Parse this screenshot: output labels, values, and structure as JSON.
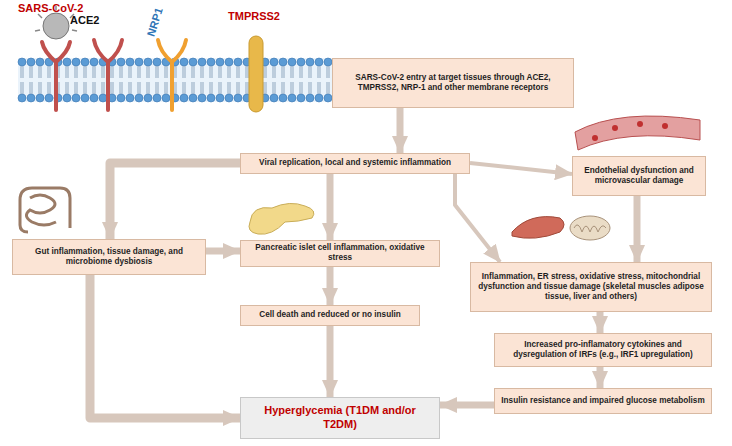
{
  "diagram": {
    "nodes": [
      {
        "text": [
          "SARS-CoV-2 entry at target tissues through ACE2, TMPRSS2, NRP-1 and other membrane receptors"
        ]
      },
      {
        "text": [
          "Viral replication, local and systemic inflammation"
        ]
      },
      {
        "text": [
          "Endothelial dysfunction and microvascular damage"
        ]
      },
      {
        "text": [
          "Gut inflammation, tissue damage, and microbiome dysbiosis"
        ]
      },
      {
        "text": [
          "Pancreatic islet cell inflammation, oxidative stress"
        ]
      },
      {
        "text": [
          "Cell death and reduced or no insulin"
        ]
      },
      {
        "text": [
          "Inflammation, ER stress, oxidative stress, mitochondrial dysfunction and tissue damage (skeletal muscles adipose tissue, liver and others)"
        ]
      },
      {
        "text": [
          "Increased pro-inflamatory cytokines and dysregulation of IRFs (e.g., IRF1 upregulation)"
        ]
      },
      {
        "text": [
          "Insulin resistance and impaired glucose metabolism"
        ]
      },
      {
        "text": [
          "Hyperglycemia (T1DM and/or T2DM)"
        ]
      }
    ],
    "edges": [
      {
        "from": 0,
        "to": 1,
        "arrow": "to"
      },
      {
        "from": 1,
        "to": 3,
        "arrow": "to"
      },
      {
        "from": 1,
        "to": 4,
        "arrow": "to"
      },
      {
        "from": 1,
        "to": 2,
        "arrow": "to"
      },
      {
        "from": 1,
        "to": 6,
        "arrow": "to"
      },
      {
        "from": 2,
        "to": 6,
        "arrow": "to"
      },
      {
        "from": 3,
        "to": 9,
        "arrow": "to"
      },
      {
        "from": 3,
        "to": 4,
        "arrow": "to"
      },
      {
        "from": 4,
        "to": 5,
        "arrow": "to"
      },
      {
        "from": 5,
        "to": 9,
        "arrow": "to"
      },
      {
        "from": 6,
        "to": 7,
        "arrow": "to"
      },
      {
        "from": 7,
        "to": 8,
        "arrow": "to"
      },
      {
        "from": 8,
        "to": 9,
        "arrow": "to"
      }
    ],
    "labels": [
      "SARS-CoV-2",
      "ACE2",
      "NRP1",
      "TMPRSS2"
    ]
  }
}
